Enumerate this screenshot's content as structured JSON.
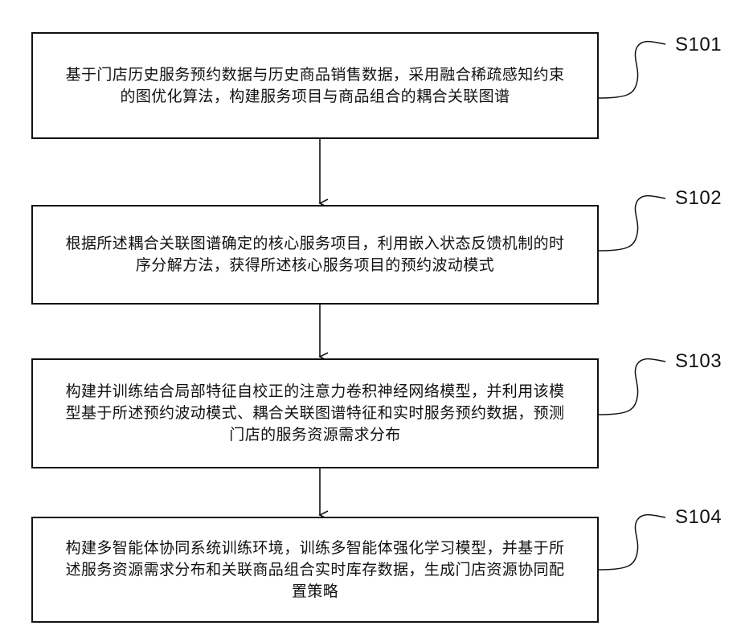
{
  "steps": [
    {
      "id": "S101",
      "text": "基于门店历史服务预约数据与历史商品销售数据，采用融合稀疏感知约束\n的图优化算法，构建服务项目与商品组合的耦合关联图谱"
    },
    {
      "id": "S102",
      "text": "根据所述耦合关联图谱确定的核心服务项目，利用嵌入状态反馈机制的时\n序分解方法，获得所述核心服务项目的预约波动模式"
    },
    {
      "id": "S103",
      "text": "构建并训练结合局部特征自校正的注意力卷积神经网络模型，并利用该模\n型基于所述预约波动模式、耦合关联图谱特征和实时服务预约数据，预测\n门店的服务资源需求分布"
    },
    {
      "id": "S104",
      "text": "构建多智能体协同系统训练环境，训练多智能体强化学习模型，并基于所\n述服务资源需求分布和关联商品组合实时库存数据，生成门店资源协同配\n置策略"
    }
  ]
}
